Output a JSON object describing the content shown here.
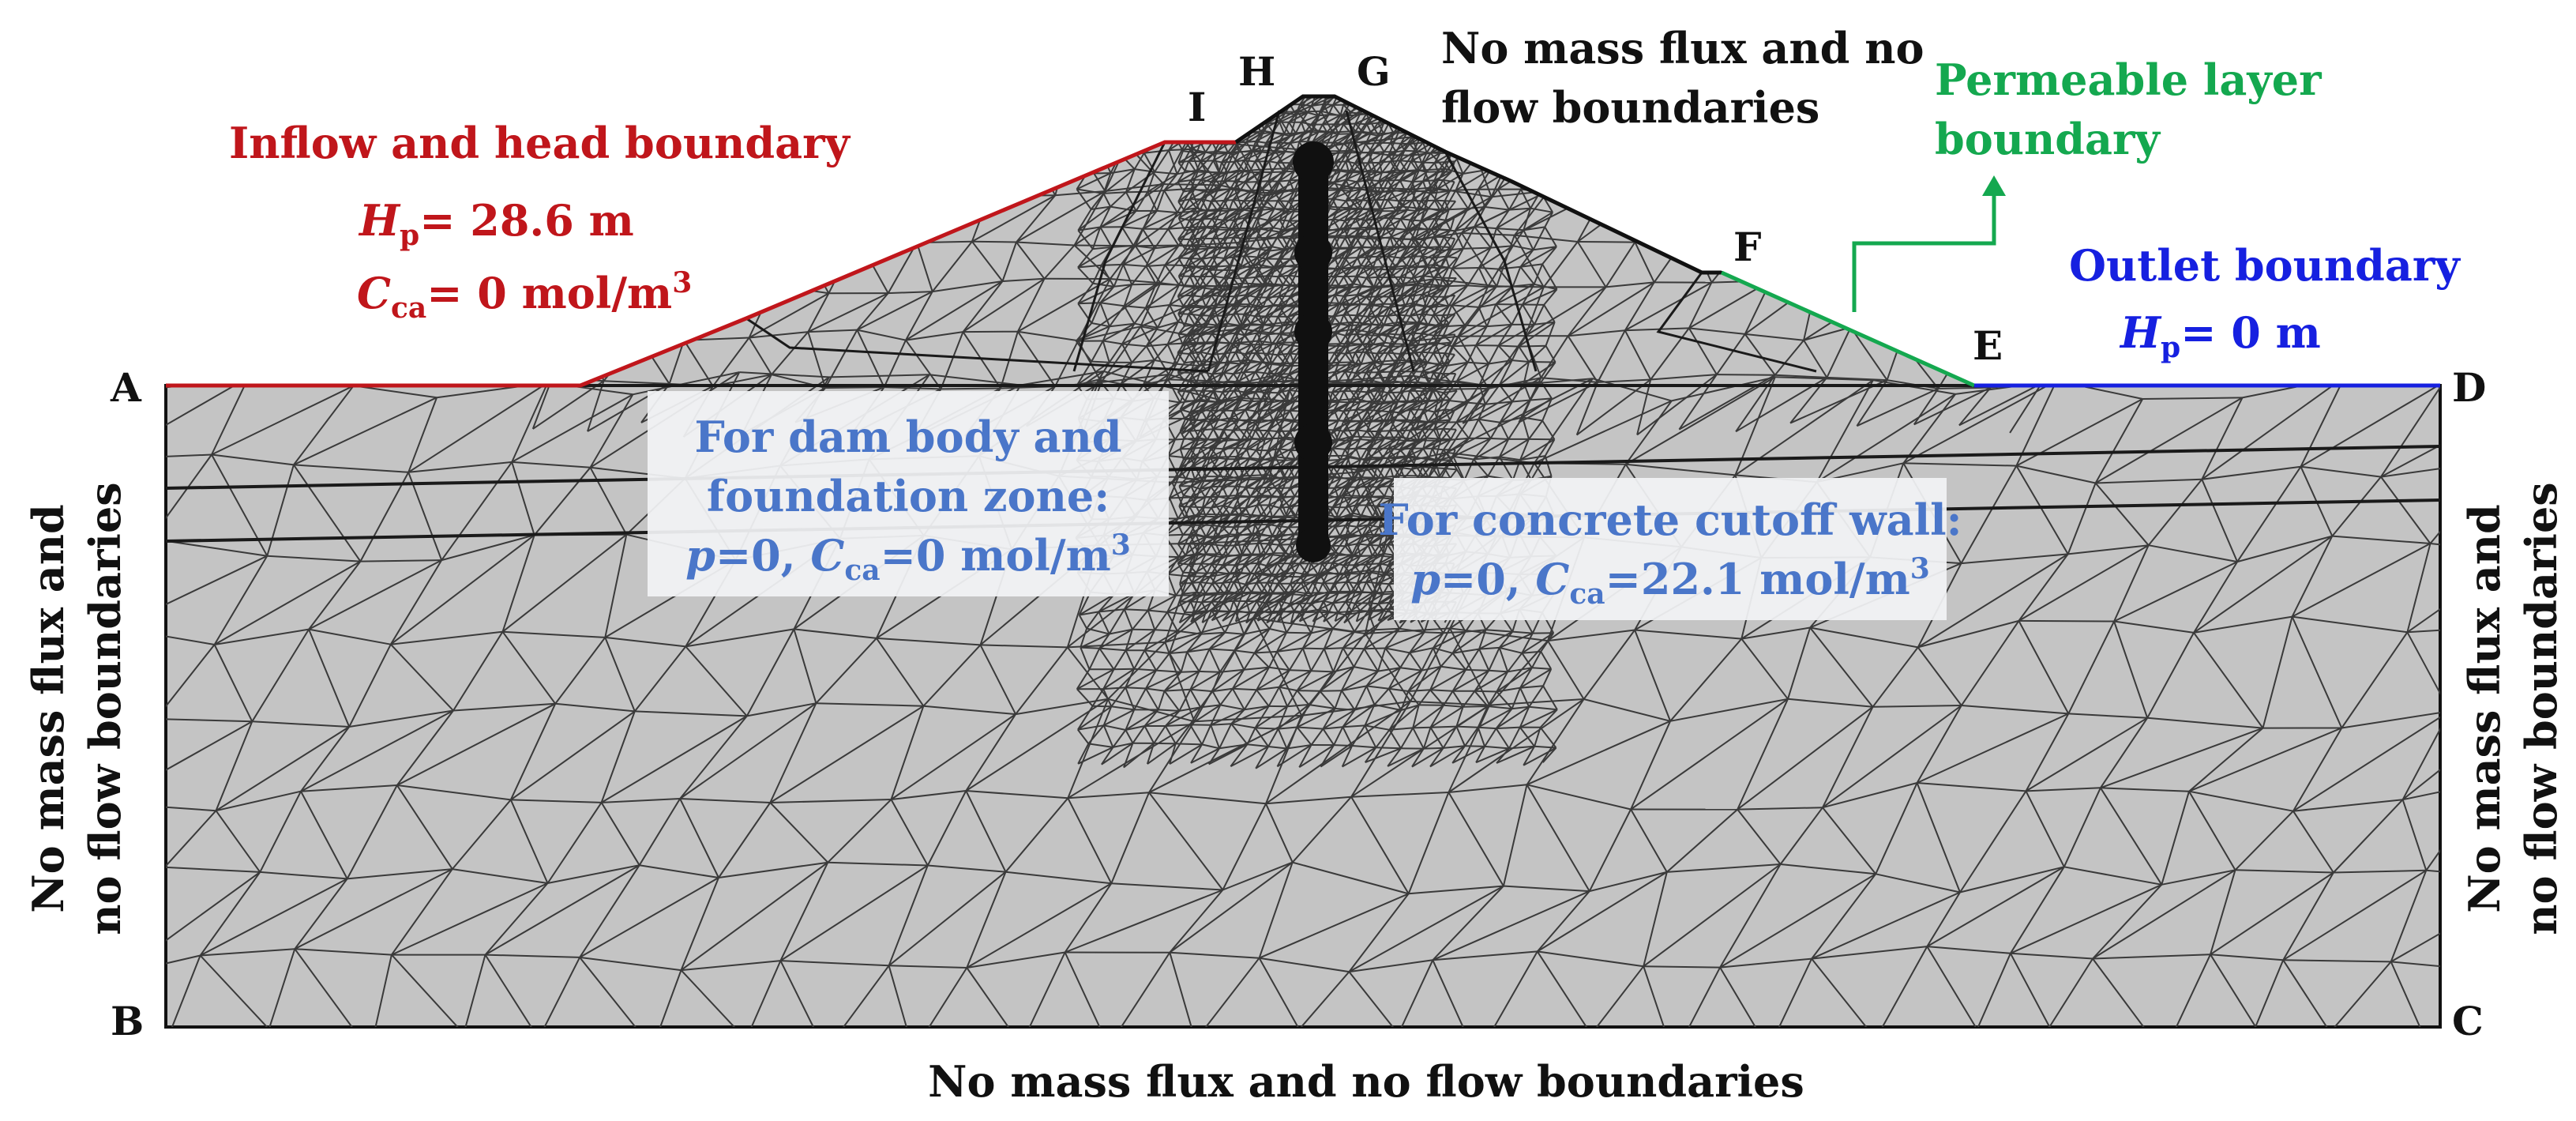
{
  "colors": {
    "domain_fill": "#c4c4c4",
    "mesh_line": "#3a3a3a",
    "wall": "#101010",
    "inflow_boundary": "#c0161b",
    "permeable_boundary": "#14a84f",
    "outlet_boundary": "#1620e0",
    "note_text": "#4a76c9",
    "note_box": "#f2f3f5"
  },
  "points": {
    "A": "A",
    "B": "B",
    "C": "C",
    "D": "D",
    "E": "E",
    "F": "F",
    "G": "G",
    "H": "H",
    "I": "I"
  },
  "labels": {
    "inflow_title": "Inflow and head boundary",
    "inflow_hp_sym": "H",
    "inflow_hp_sub": "p",
    "inflow_hp_val": "= 28.6 m",
    "inflow_c_sym": "C",
    "inflow_c_sub": "ca",
    "inflow_c_val": "= 0 mol/m",
    "inflow_c_sup": "3",
    "top_line1": "No mass flux and no",
    "top_line2": "flow boundaries",
    "perm_line1": "Permeable layer",
    "perm_line2": "boundary",
    "outlet_title": "Outlet boundary",
    "outlet_hp_sym": "H",
    "outlet_hp_sub": "p",
    "outlet_hp_val": "= 0 m",
    "left_line1": "No mass flux and",
    "left_line2": "no flow boundaries",
    "right_line1": "No mass flux and",
    "right_line2": "no flow boundaries",
    "bottom": "No mass flux and no flow boundaries"
  },
  "notes": {
    "dam_line1": "For dam body and",
    "dam_line2": "foundation zone:",
    "dam_p": "p",
    "dam_mid": "=0, ",
    "dam_c": "C",
    "dam_sub": "ca",
    "dam_val": "=0 mol/m",
    "dam_sup": "3",
    "wall_line1": "For concrete cutoff wall:",
    "wall_p": "p",
    "wall_mid": "=0, ",
    "wall_c": "C",
    "wall_sub": "ca",
    "wall_val": "=22.1 mol/m",
    "wall_sup": "3"
  }
}
